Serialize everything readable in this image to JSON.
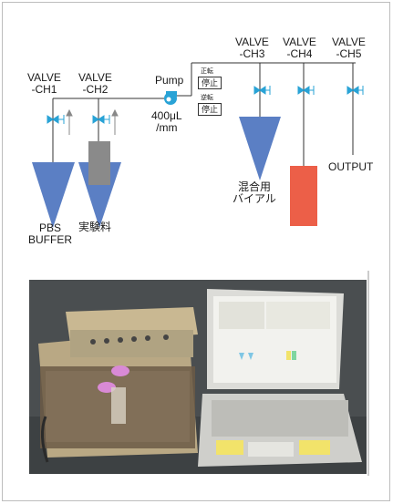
{
  "valves": {
    "ch1": "VALVE\n-CH1",
    "ch2": "VALVE\n-CH2",
    "ch3": "VALVE\n-CH3",
    "ch4": "VALVE\n-CH4",
    "ch5": "VALVE\n-CH5"
  },
  "pump": {
    "label": "Pump",
    "rate": "400μL\n/mm",
    "forward_small": "正転",
    "forward_btn": "停止",
    "reverse_small": "逆転",
    "reverse_btn": "停止"
  },
  "containers": {
    "pbs": "PBS\nBUFFER",
    "sample": "実験料",
    "mixing": "混合用\nバイアル",
    "output": "OUTPUT"
  },
  "colors": {
    "line": "#333333",
    "valve": "#29a3d6",
    "funnel": "#5b7fc4",
    "gray_block": "#8a8a8a",
    "red_block": "#ec5f48",
    "pump": "#29a3d6"
  }
}
